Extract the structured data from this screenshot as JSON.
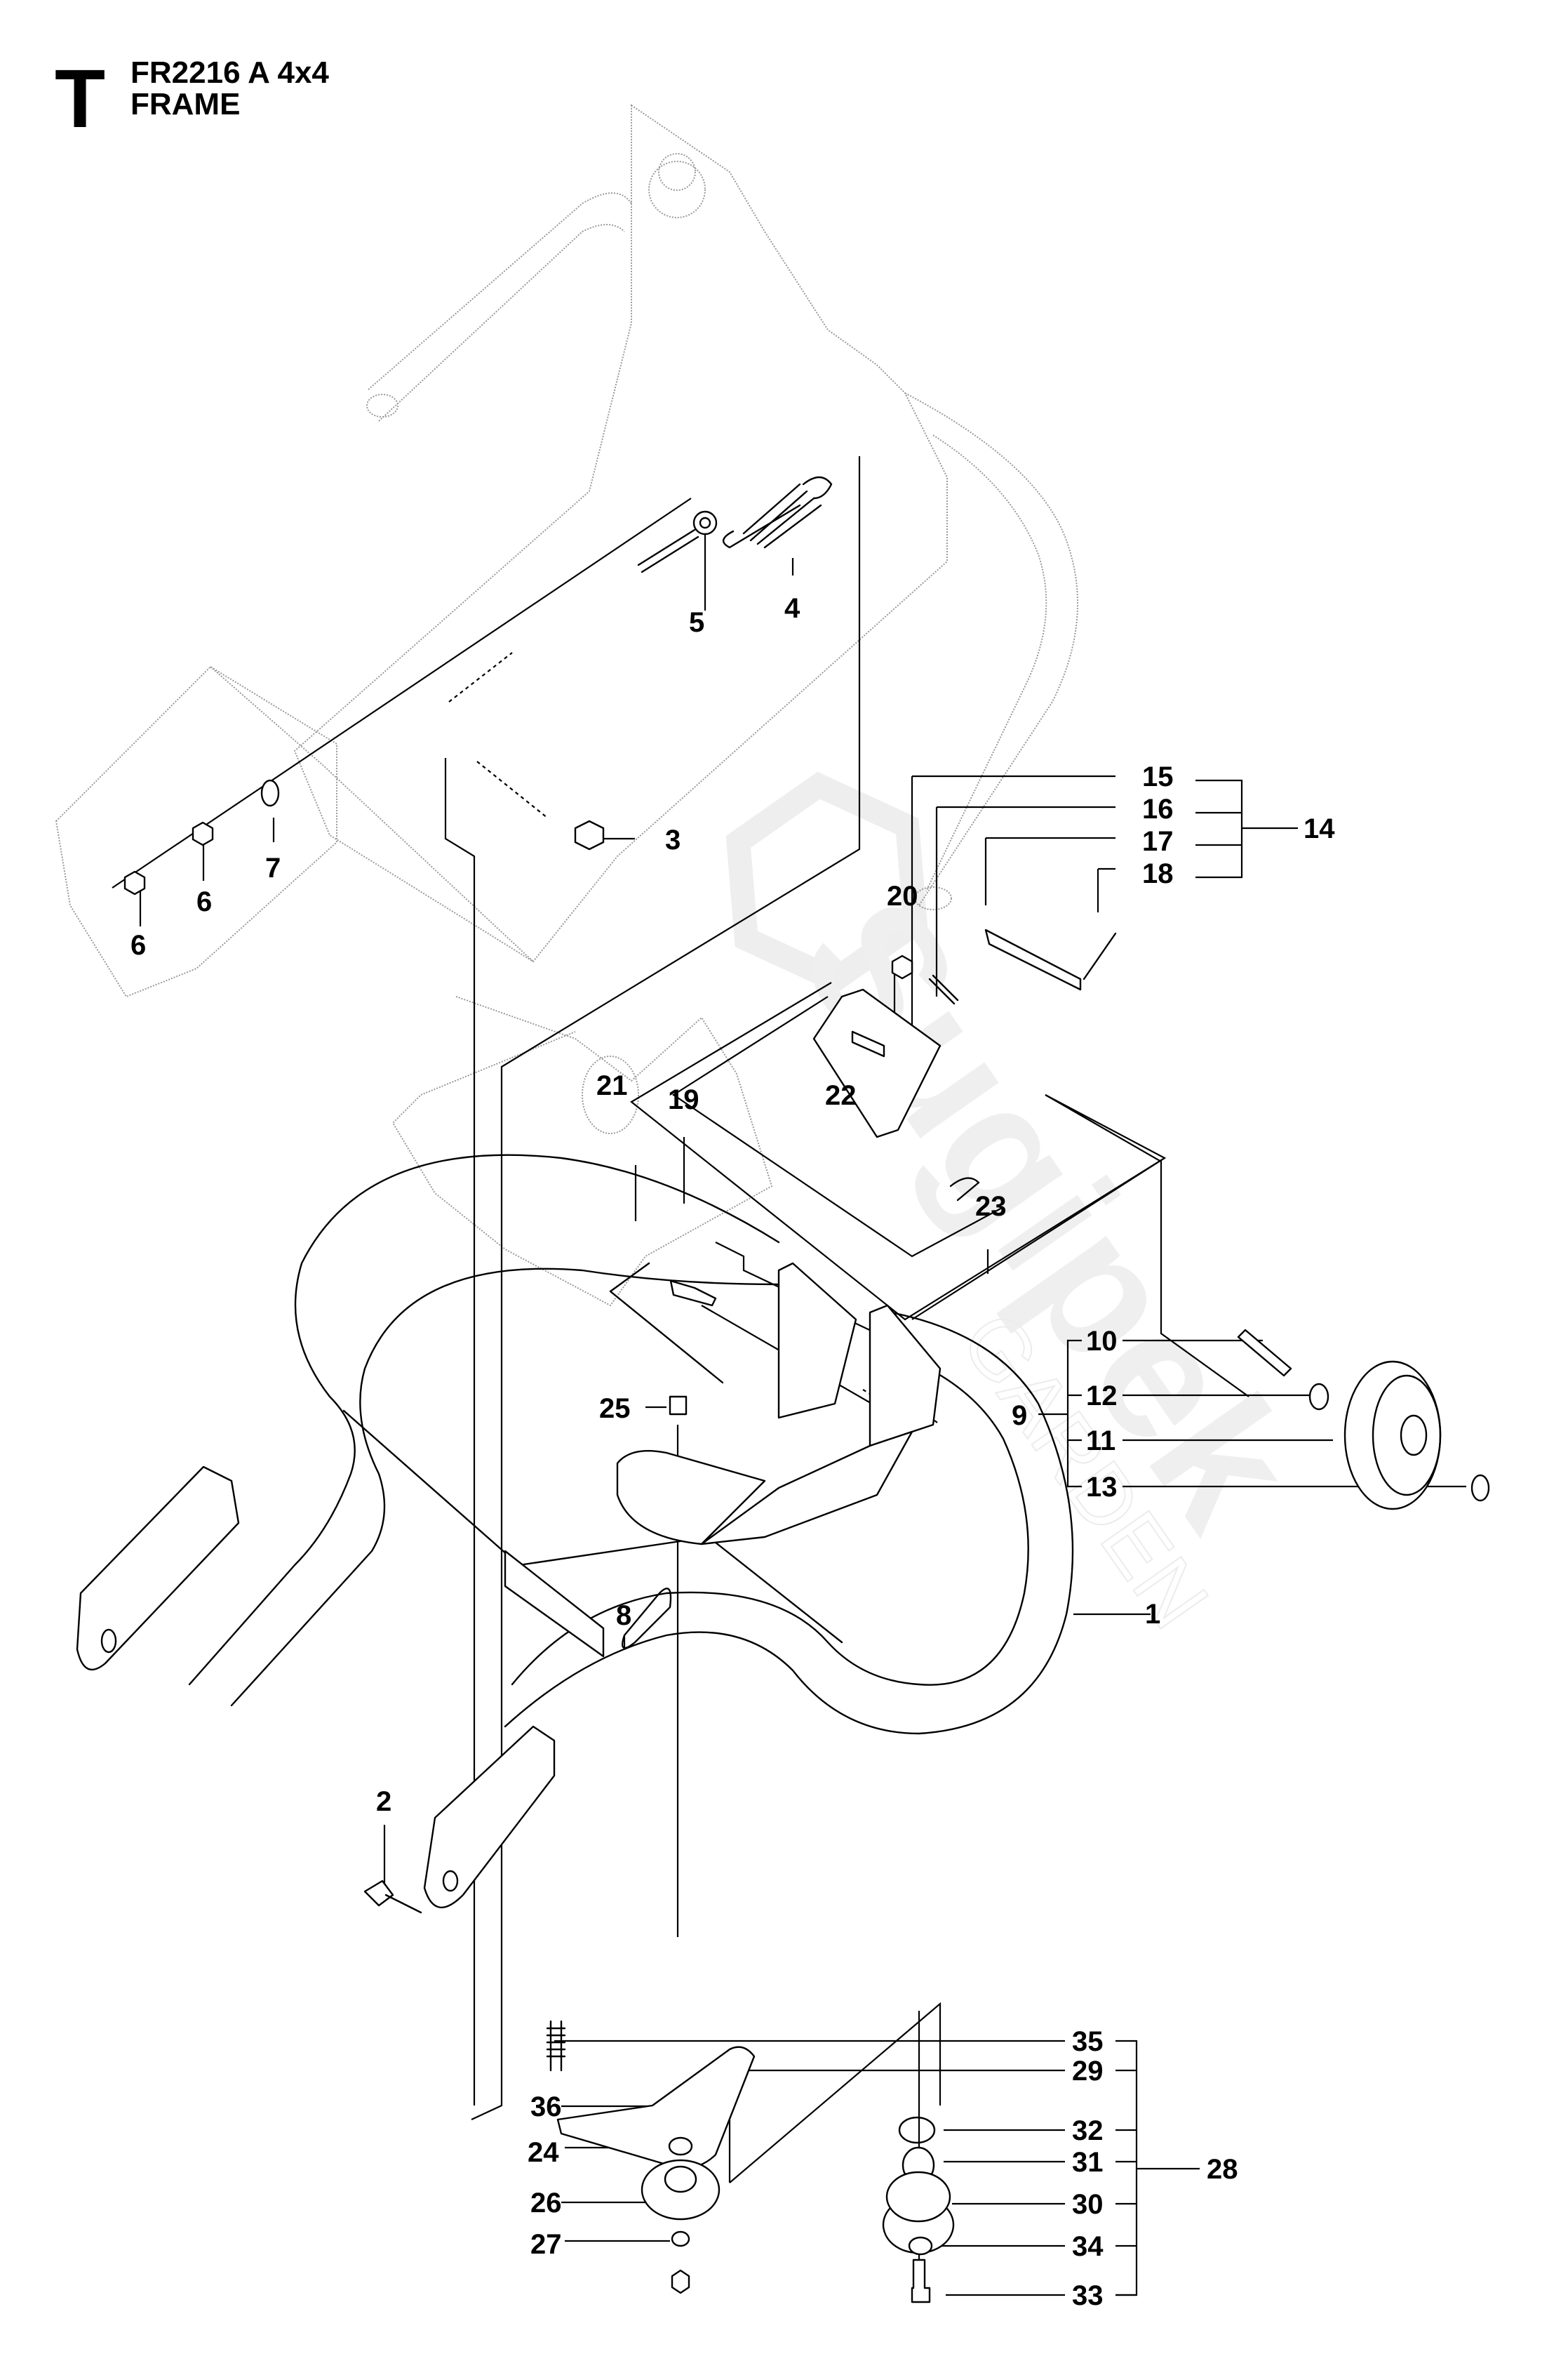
{
  "header": {
    "section_letter": "T",
    "model": "FR2216 A 4x4",
    "title": "FRAME"
  },
  "watermark": {
    "brand": "Sugipek",
    "sub": "GARDEN"
  },
  "callouts": [
    {
      "id": "1",
      "label": "1"
    },
    {
      "id": "2",
      "label": "2"
    },
    {
      "id": "3",
      "label": "3"
    },
    {
      "id": "4",
      "label": "4"
    },
    {
      "id": "5",
      "label": "5"
    },
    {
      "id": "6a",
      "label": "6"
    },
    {
      "id": "6b",
      "label": "6"
    },
    {
      "id": "7",
      "label": "7"
    },
    {
      "id": "8",
      "label": "8"
    },
    {
      "id": "9",
      "label": "9"
    },
    {
      "id": "10",
      "label": "10"
    },
    {
      "id": "11",
      "label": "11"
    },
    {
      "id": "12",
      "label": "12"
    },
    {
      "id": "13",
      "label": "13"
    },
    {
      "id": "14",
      "label": "14"
    },
    {
      "id": "15",
      "label": "15"
    },
    {
      "id": "16",
      "label": "16"
    },
    {
      "id": "17",
      "label": "17"
    },
    {
      "id": "18",
      "label": "18"
    },
    {
      "id": "19",
      "label": "19"
    },
    {
      "id": "20",
      "label": "20"
    },
    {
      "id": "21",
      "label": "21"
    },
    {
      "id": "22",
      "label": "22"
    },
    {
      "id": "23",
      "label": "23"
    },
    {
      "id": "24",
      "label": "24"
    },
    {
      "id": "25",
      "label": "25"
    },
    {
      "id": "26",
      "label": "26"
    },
    {
      "id": "27",
      "label": "27"
    },
    {
      "id": "28",
      "label": "28"
    },
    {
      "id": "29",
      "label": "29"
    },
    {
      "id": "30",
      "label": "30"
    },
    {
      "id": "31",
      "label": "31"
    },
    {
      "id": "32",
      "label": "32"
    },
    {
      "id": "33",
      "label": "33"
    },
    {
      "id": "34",
      "label": "34"
    },
    {
      "id": "35",
      "label": "35"
    },
    {
      "id": "36",
      "label": "36"
    }
  ],
  "groups": [
    {
      "parent": "9",
      "children": [
        "10",
        "12",
        "11",
        "13"
      ]
    },
    {
      "parent": "14",
      "children": [
        "15",
        "16",
        "17",
        "18"
      ]
    },
    {
      "parent": "28",
      "children": [
        "35",
        "29",
        "32",
        "31",
        "30",
        "34",
        "33"
      ]
    }
  ]
}
